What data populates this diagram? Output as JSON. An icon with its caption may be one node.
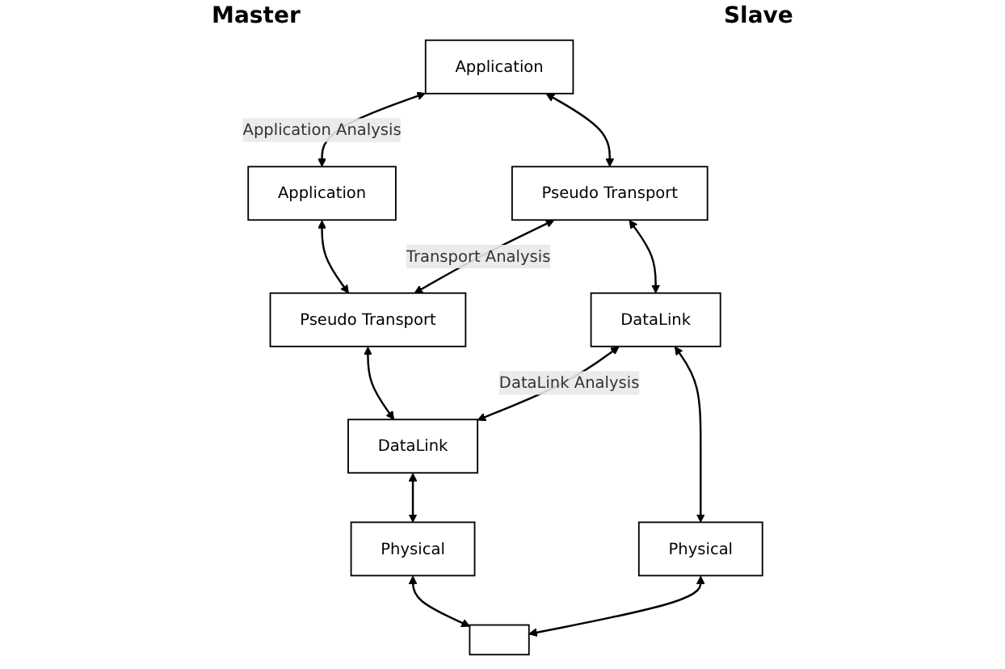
{
  "diagram": {
    "nodes": [
      {
        "text": [
          "Application"
        ]
      },
      {
        "text": [
          "Application"
        ]
      },
      {
        "text": [
          "Pseudo Transport"
        ]
      },
      {
        "text": [
          "Pseudo Transport"
        ]
      },
      {
        "text": [
          "DataLink"
        ]
      },
      {
        "text": [
          "DataLink"
        ]
      },
      {
        "text": [
          "Physical"
        ]
      },
      {
        "text": [
          "Physical"
        ]
      },
      {
        "text": [],
        "shape": "box"
      }
    ],
    "edges": [
      {
        "from": 0,
        "to": 1,
        "arrow": "both",
        "label": "Application Analysis"
      },
      {
        "from": 0,
        "to": 2,
        "arrow": "both"
      },
      {
        "from": 1,
        "to": 3,
        "arrow": "both"
      },
      {
        "from": 2,
        "to": 3,
        "arrow": "both",
        "label": "Transport Analysis"
      },
      {
        "from": 2,
        "to": 4,
        "arrow": "both"
      },
      {
        "from": 3,
        "to": 5,
        "arrow": "both"
      },
      {
        "from": 4,
        "to": 5,
        "arrow": "both",
        "label": "DataLink Analysis"
      },
      {
        "from": 4,
        "to": 6,
        "arrow": "both"
      },
      {
        "from": 5,
        "to": 7,
        "arrow": "both"
      },
      {
        "from": 6,
        "to": 8,
        "arrow": "both"
      },
      {
        "from": 7,
        "to": 8,
        "arrow": "both"
      }
    ],
    "labels": [
      "Master",
      "Slave"
    ]
  }
}
